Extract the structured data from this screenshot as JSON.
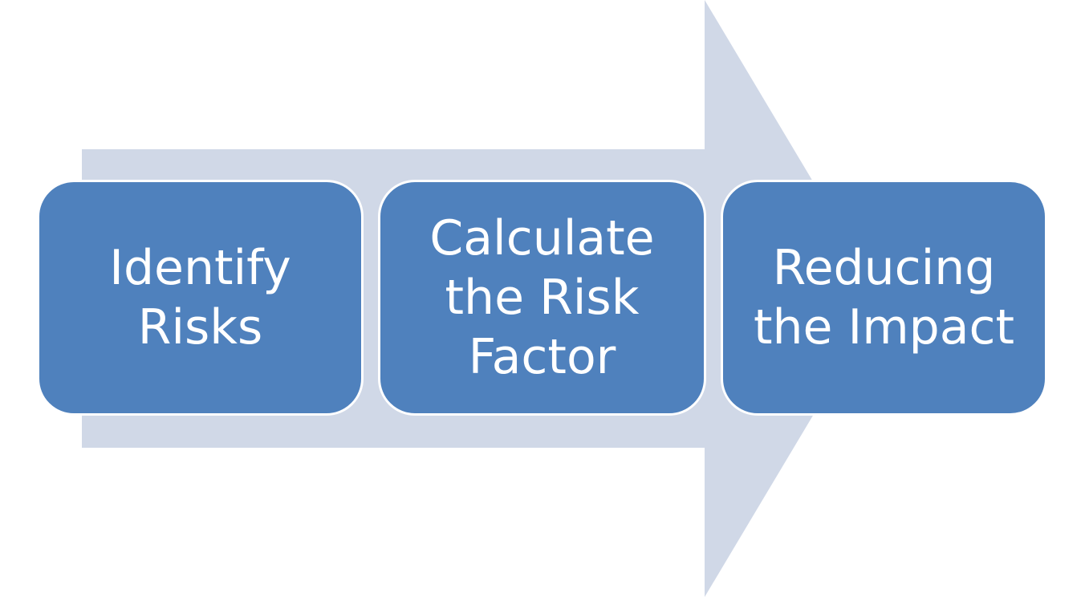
{
  "diagram": {
    "arrow_color": "#d0d8e7",
    "box_color": "#4f81bd",
    "text_color": "#ffffff",
    "steps": [
      {
        "label": "Identify\nRisks"
      },
      {
        "label": "Calculate\nthe Risk\nFactor"
      },
      {
        "label": "Reducing\nthe Impact"
      }
    ]
  }
}
